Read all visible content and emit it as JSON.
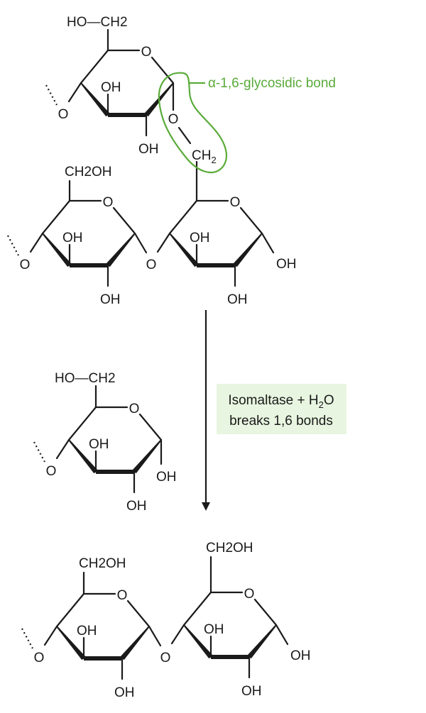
{
  "annotation": {
    "label": "α-1,6-glycosidic bond",
    "color": "#5aab3a"
  },
  "reaction_note": {
    "line1": "Isomaltase + H2O",
    "line2": "breaks 1,6 bonds",
    "background": "#e8f5e0"
  },
  "rings": [
    {
      "id": "reactant-top",
      "ring_o": "O",
      "c3": "OH",
      "c2": "OH",
      "c4": "O",
      "c6": "HO—CH2",
      "c1": "O",
      "link": "CH2"
    },
    {
      "id": "reactant-bottom-left",
      "ring_o": "O",
      "c3": "OH",
      "c2": "OH",
      "c4": "O",
      "c6": "CH2OH",
      "c1": "O"
    },
    {
      "id": "reactant-bottom-right",
      "ring_o": "O",
      "c3": "OH",
      "c2": "OH",
      "c1": "OH"
    },
    {
      "id": "product-glucose",
      "ring_o": "O",
      "c3": "OH",
      "c2": "OH",
      "c4": "O",
      "c6": "HO—CH2",
      "c1": "OH"
    },
    {
      "id": "product-left",
      "ring_o": "O",
      "c3": "OH",
      "c2": "OH",
      "c4": "O",
      "c6": "CH2OH",
      "c1": "O"
    },
    {
      "id": "product-right",
      "ring_o": "O",
      "c3": "OH",
      "c2": "OH",
      "c6": "CH2OH",
      "c1": "OH"
    }
  ]
}
